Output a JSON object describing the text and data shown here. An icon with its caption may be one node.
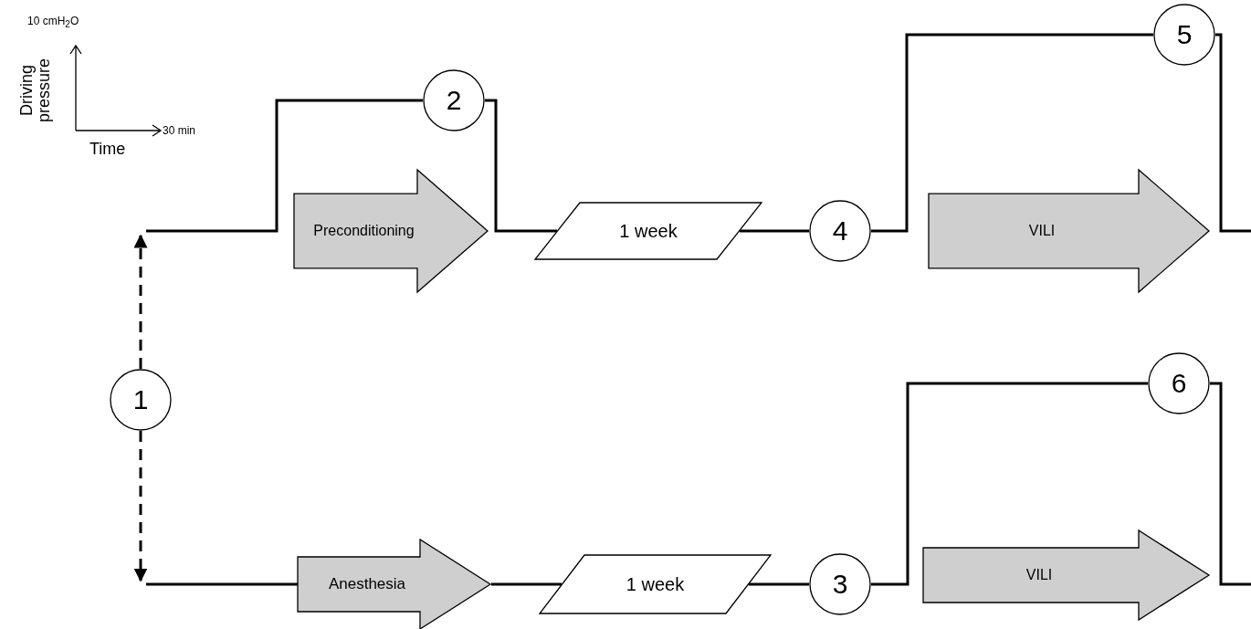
{
  "diagram": {
    "nodes": [
      {
        "text": [
          "1"
        ]
      },
      {
        "text": [
          "Preconditioning"
        ]
      },
      {
        "text": [
          "2"
        ]
      },
      {
        "text": [
          "1 week"
        ]
      },
      {
        "text": [
          "4"
        ]
      },
      {
        "text": [
          "VILI"
        ]
      },
      {
        "text": [
          "5"
        ]
      },
      {
        "text": [
          "Anesthesia"
        ]
      },
      {
        "text": [
          "1 week"
        ]
      },
      {
        "text": [
          "3"
        ]
      },
      {
        "text": [
          "VILI"
        ]
      },
      {
        "text": [
          "6"
        ]
      }
    ],
    "edges": [
      {
        "from": 0,
        "to": null,
        "arrow": "to",
        "style": "dashed"
      },
      {
        "from": 0,
        "to": null,
        "arrow": "to",
        "style": "dashed"
      },
      {
        "from": null,
        "to": 2,
        "arrow": "none"
      },
      {
        "from": 2,
        "to": 3,
        "arrow": "none"
      },
      {
        "from": 3,
        "to": 4,
        "arrow": "none"
      },
      {
        "from": 4,
        "to": 6,
        "arrow": "none"
      },
      {
        "from": 6,
        "to": null,
        "arrow": "none"
      },
      {
        "from": null,
        "to": 7,
        "arrow": "none"
      },
      {
        "from": 7,
        "to": 8,
        "arrow": "none"
      },
      {
        "from": 8,
        "to": 9,
        "arrow": "none"
      },
      {
        "from": 9,
        "to": 11,
        "arrow": "none"
      },
      {
        "from": 11,
        "to": null,
        "arrow": "none"
      }
    ],
    "labels": [
      "10 cmH$_{2}$O",
      "Driving pressure",
      "30 min",
      "Time"
    ]
  }
}
